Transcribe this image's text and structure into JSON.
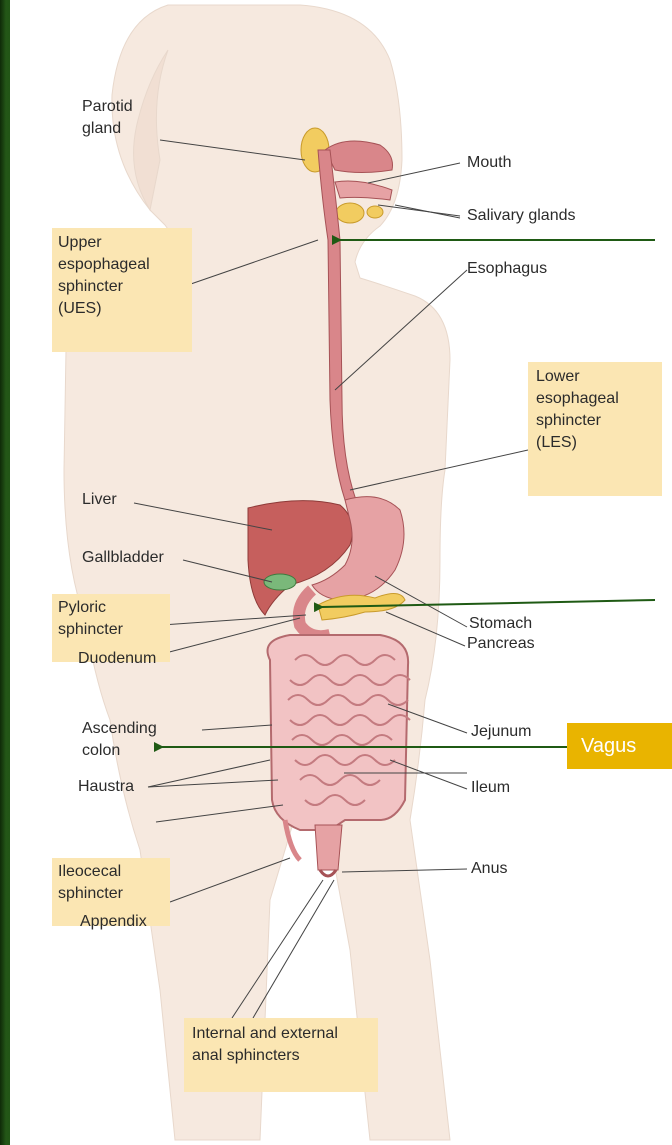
{
  "labels": {
    "parotid_gland": [
      "Parotid",
      "gland"
    ],
    "mouth": "Mouth",
    "salivary_glands": "Salivary glands",
    "ues": [
      "Upper",
      "espophageal",
      "sphincter",
      "(UES)"
    ],
    "esophagus": "Esophagus",
    "les": [
      "Lower",
      "esophageal",
      "sphincter",
      "(LES)"
    ],
    "liver": "Liver",
    "gallbladder": "Gallbladder",
    "pyloric_sphincter": [
      "Pyloric",
      "sphincter"
    ],
    "stomach": "Stomach",
    "pancreas": "Pancreas",
    "duodenum": "Duodenum",
    "ascending_colon": [
      "Ascending",
      "colon"
    ],
    "jejunum": "Jejunum",
    "ileum": "Ileum",
    "haustra": "Haustra",
    "anus": "Anus",
    "ileocecal_sphincter": [
      "Ileocecal",
      "sphincter"
    ],
    "appendix": "Appendix",
    "anal_sphincters": [
      "Internal and external",
      "anal sphincters"
    ]
  },
  "callout": {
    "text": "Vagus"
  },
  "colors": {
    "background": "#1e4a12",
    "highlight_box": "#fbe6b3",
    "callout_box": "#e9b400",
    "arrow": "#1f5a14",
    "body_skin": "#f6e9df",
    "organ": "#d9868a",
    "liver": "#c65f5d",
    "gland": "#f2cc60",
    "gallbladder": "#7ab87a"
  }
}
